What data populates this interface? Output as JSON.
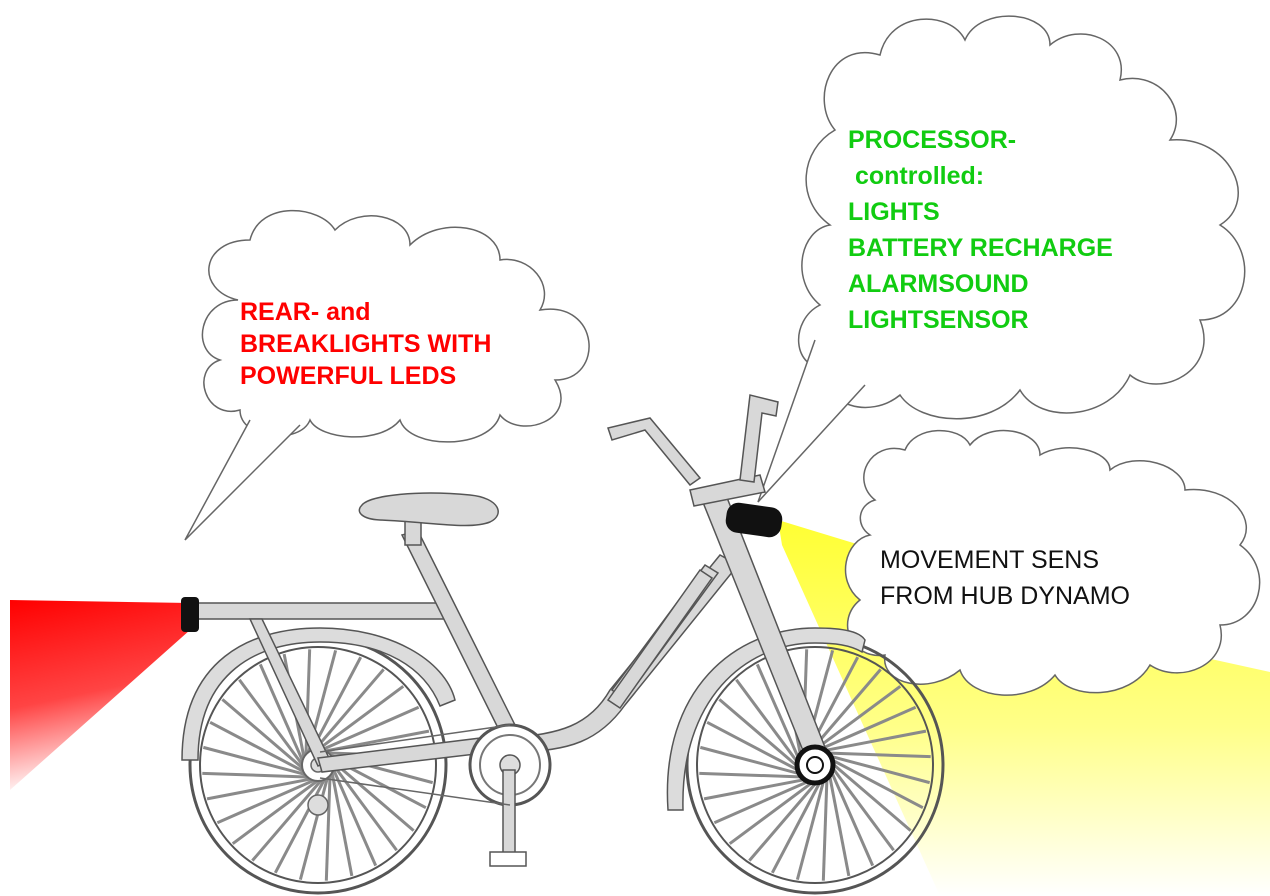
{
  "callouts": {
    "rear_lights": {
      "lines": [
        "REAR- and",
        "BREAKLIGHTS WITH",
        "POWERFUL LEDS"
      ],
      "color": "#ff0000"
    },
    "processor": {
      "lines": [
        "PROCESSOR-",
        " controlled:",
        "LIGHTS",
        "BATTERY RECHARGE",
        "ALARMSOUND",
        "LIGHTSENSOR"
      ],
      "color": "#11cc11"
    },
    "movement": {
      "lines": [
        "MOVEMENT SENS",
        "FROM HUB DYNAMO"
      ],
      "color": "#111111"
    }
  },
  "colors": {
    "rear_beam": "#ff0000",
    "front_beam": "#ffff55",
    "frame_fill": "#d8d8d8",
    "frame_stroke": "#555555",
    "spoke": "#8a8a8a",
    "lamp": "#111111"
  }
}
